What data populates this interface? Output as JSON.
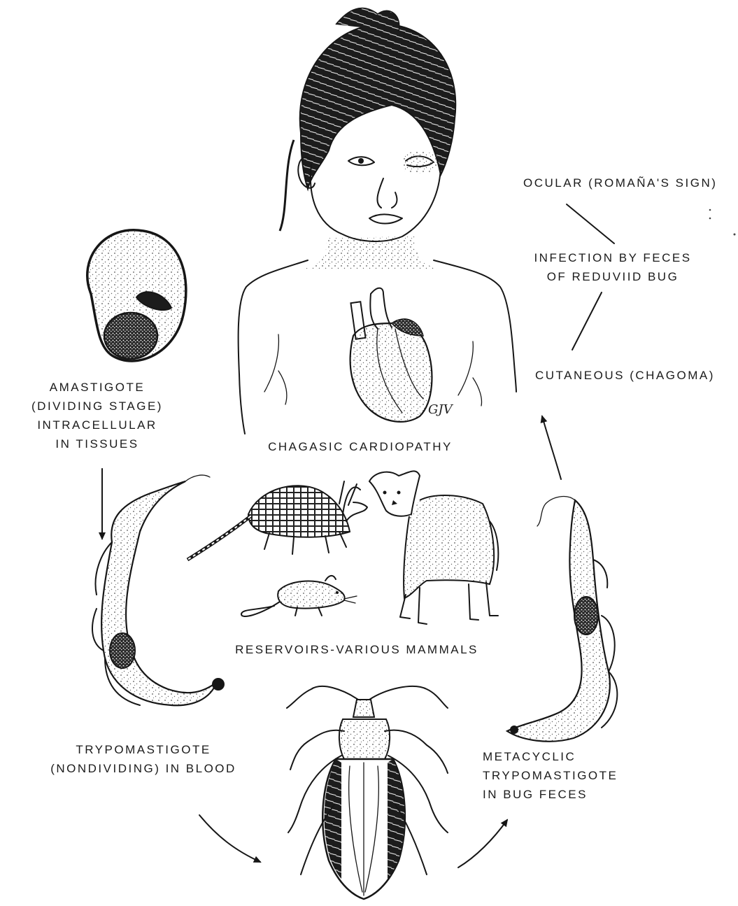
{
  "diagram": {
    "labels": {
      "ocular": "OCULAR (ROMAÑA'S SIGN)",
      "infection_line1": "INFECTION BY FECES",
      "infection_line2": "OF REDUVIID BUG",
      "cutaneous": "CUTANEOUS (CHAGOMA)",
      "amastigote_line1": "AMASTIGOTE",
      "amastigote_line2": "(DIVIDING STAGE)",
      "amastigote_line3": "INTRACELLULAR",
      "amastigote_line4": "IN TISSUES",
      "cardiopathy": "CHAGASIC CARDIOPATHY",
      "reservoirs": "RESERVOIRS-VARIOUS MAMMALS",
      "trypomastigote_line1": "TRYPOMASTIGOTE",
      "trypomastigote_line2": "(NONDIVIDING) IN BLOOD",
      "metacyclic_line1": "METACYCLIC",
      "metacyclic_line2": "TRYPOMASTIGOTE",
      "metacyclic_line3": "IN BUG FECES",
      "artist_initials": "GJV"
    },
    "illustrations": [
      "child-figure",
      "heart",
      "amastigote-cell",
      "armadillo",
      "dog",
      "rat",
      "trypomastigote",
      "metacyclic-trypomastigote",
      "reduviid-bug"
    ],
    "ink_color": "#161616",
    "stipple_color": "#555555"
  }
}
